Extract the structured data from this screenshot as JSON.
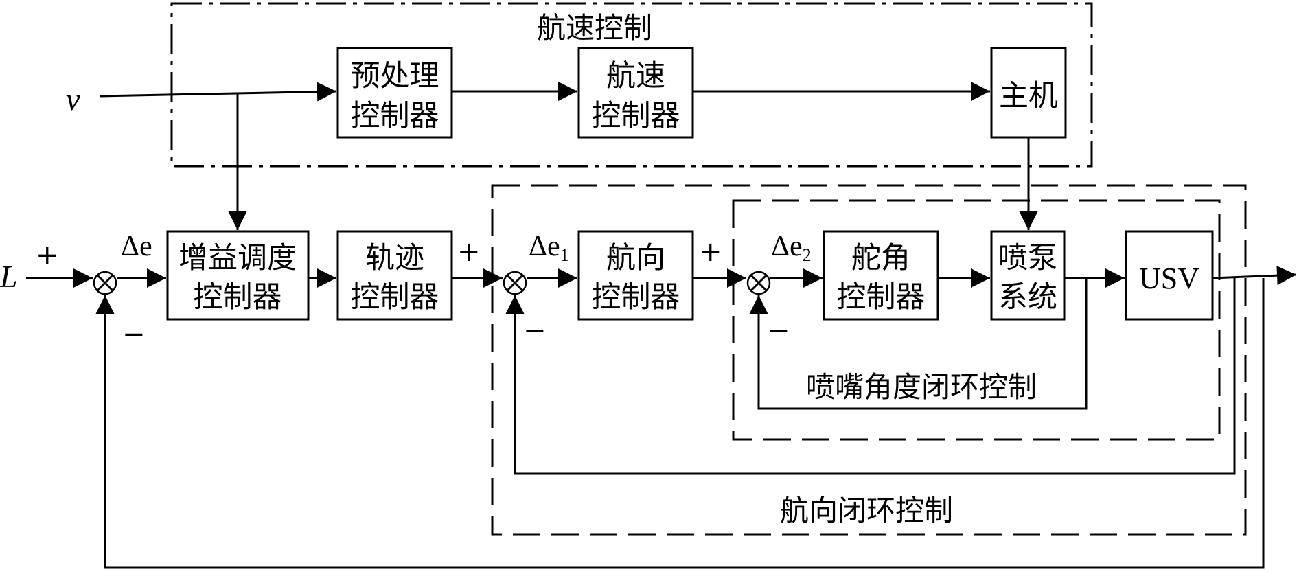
{
  "regions": {
    "speed_control": "航速控制",
    "heading_loop": "航向闭环控制",
    "nozzle_loop": "喷嘴角度闭环控制"
  },
  "blocks": {
    "preprocess": [
      "预处理",
      "控制器"
    ],
    "speed_ctrl": [
      "航速",
      "控制器"
    ],
    "main_engine": [
      "主机"
    ],
    "gain_sched": [
      "增益调度",
      "控制器"
    ],
    "track_ctrl": [
      "轨迹",
      "控制器"
    ],
    "heading_ctrl": [
      "航向",
      "控制器"
    ],
    "rudder_ctrl": [
      "舵角",
      "控制器"
    ],
    "pump": [
      "喷泵",
      "系统"
    ],
    "usv": [
      "USV"
    ]
  },
  "signals": {
    "speed_input": "v",
    "path_input": "L",
    "err_main": "Δe",
    "err1_base": "Δe",
    "err1_sub": "1",
    "err2_base": "Δe",
    "err2_sub": "2",
    "plus": "+",
    "minus": "−"
  }
}
